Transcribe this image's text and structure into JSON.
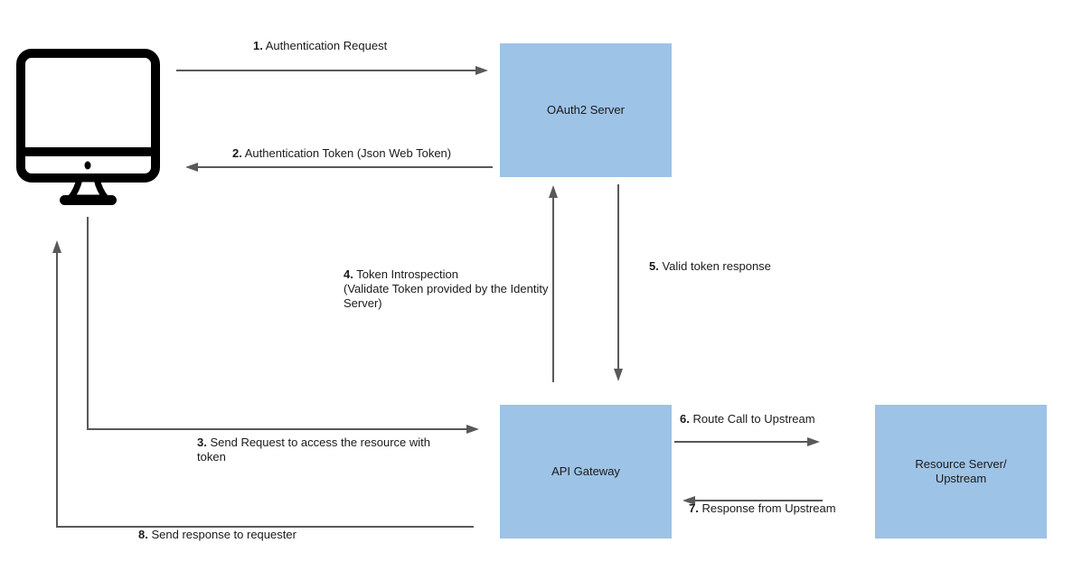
{
  "colors": {
    "node-fill": "#9DC3E6",
    "arrow": "#595959",
    "text": "#1A1A1A",
    "icon": "#000000"
  },
  "nodes": {
    "client": {
      "icon": "desktop-computer-icon"
    },
    "oauth2_server": {
      "label": "OAuth2 Server"
    },
    "api_gateway": {
      "label": "API Gateway"
    },
    "resource_server": {
      "label": "Resource Server/\nUpstream"
    }
  },
  "arrows": {
    "a1": {
      "num": "1.",
      "text": "Authentication Request",
      "from": "client",
      "to": "oauth2_server"
    },
    "a2": {
      "num": "2.",
      "text": "Authentication Token (Json Web Token)",
      "from": "oauth2_server",
      "to": "client"
    },
    "a3": {
      "num": "3.",
      "lines": [
        "Send Request to access the resource with",
        "token"
      ],
      "from": "client",
      "to": "api_gateway"
    },
    "a4": {
      "num": "4.",
      "lines": [
        "Token Introspection",
        "(Validate Token provided by the Identity",
        "Server)"
      ],
      "from": "api_gateway",
      "to": "oauth2_server"
    },
    "a5": {
      "num": "5.",
      "text": "Valid token response",
      "from": "oauth2_server",
      "to": "api_gateway"
    },
    "a6": {
      "num": "6.",
      "text": "Route Call to Upstream",
      "from": "api_gateway",
      "to": "resource_server"
    },
    "a7": {
      "num": "7.",
      "text": "Response from Upstream",
      "from": "resource_server",
      "to": "api_gateway"
    },
    "a8": {
      "num": "8.",
      "text": "Send response to requester",
      "from": "api_gateway",
      "to": "client"
    }
  }
}
